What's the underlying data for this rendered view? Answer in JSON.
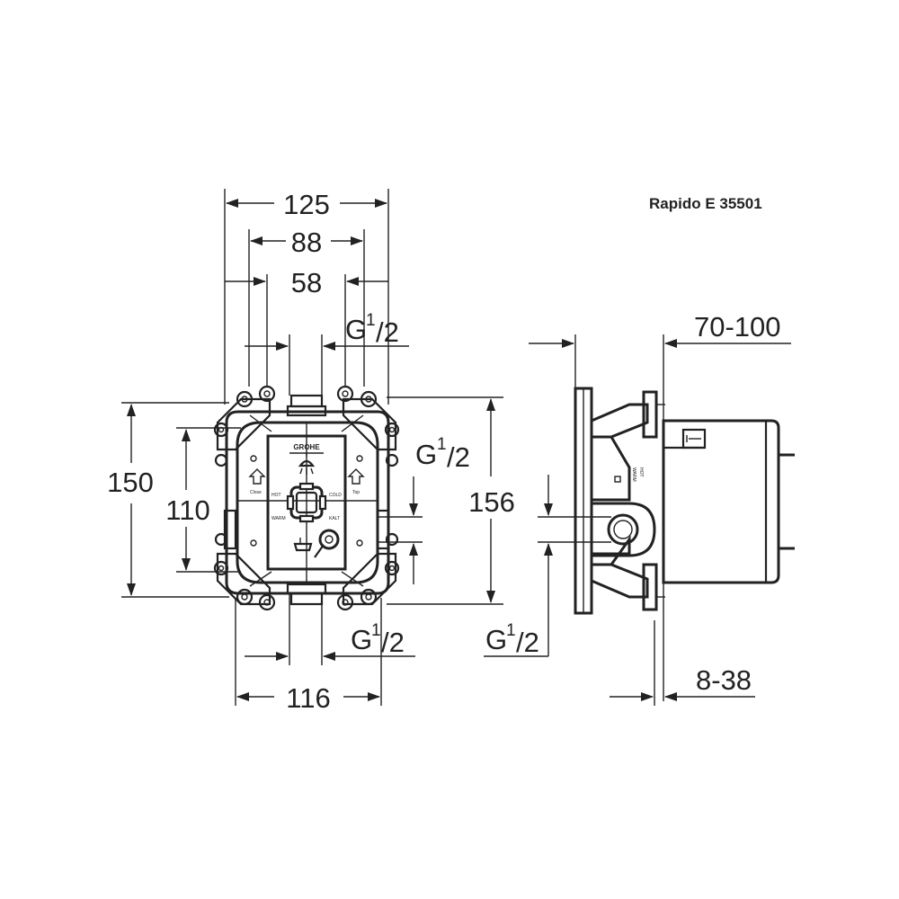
{
  "model_label": "Rapido E 35501",
  "brand_mark": "GROHE",
  "front_view": {
    "width_outer": "125",
    "width_mid": "88",
    "width_inner": "58",
    "width_bottom": "116",
    "height_outer": "150",
    "height_inner": "110",
    "height_total": "156",
    "thread_top": {
      "base": "G",
      "sup": "1",
      "den": "/2"
    },
    "thread_right": {
      "base": "G",
      "sup": "1",
      "den": "/2"
    },
    "thread_bottom": {
      "base": "G",
      "sup": "1",
      "den": "/2"
    },
    "plate_labels": [
      "Close",
      "Top",
      "HOT",
      "WARM",
      "COLD",
      "KALT"
    ]
  },
  "side_view": {
    "depth_range": "70-100",
    "wall_range": "8-38",
    "thread_side": {
      "base": "G",
      "sup": "1",
      "den": "/2"
    },
    "side_labels": [
      "WARM",
      "HOT"
    ]
  }
}
